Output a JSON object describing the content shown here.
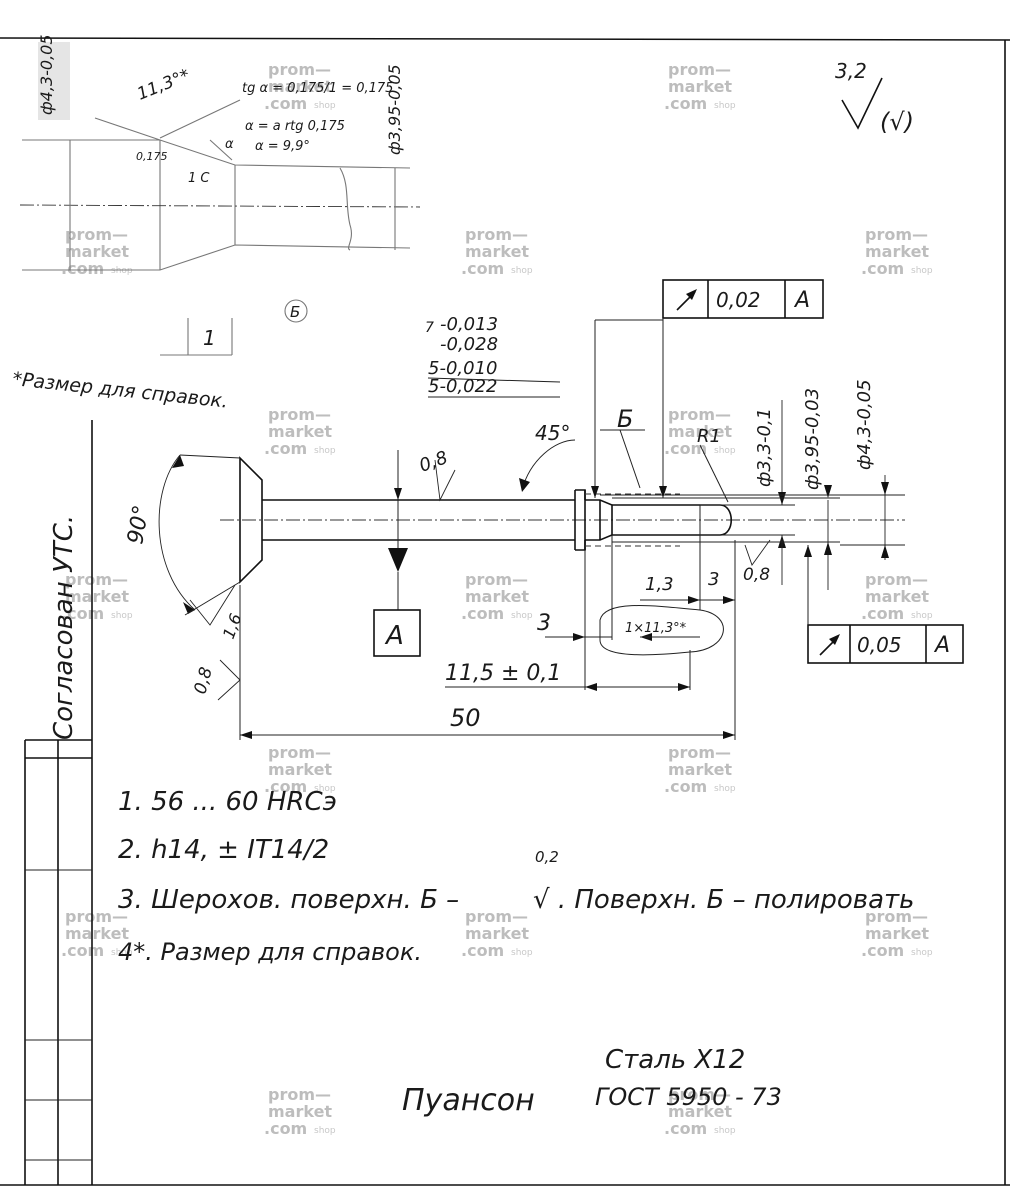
{
  "sketch": {
    "dia_left": "ф4,3-0,05",
    "dia_right": "ф3,95-0,05",
    "angle": "11,3°*",
    "formula_1": "tg α = 0,175/1 = 0,175",
    "formula_2": "α = a rtg 0,175",
    "formula_3": "α = 9,9°",
    "small_dim": "0,175",
    "label_1c": "1 С",
    "label_alpha": "α",
    "dim_1": "1",
    "view_mark": "Б"
  },
  "note_reference": "*Размер для справок.",
  "roughness_global": {
    "value": "3,2",
    "bracket": "(√)"
  },
  "tolerances": {
    "t1_upper": "-0,013",
    "t1_lower": "-0,028",
    "t1_prefix": "7",
    "t2_upper": "5-0,010",
    "t2_lower": "5-0,022"
  },
  "dims": {
    "angle_45": "45°",
    "angle_90": "90°",
    "surface_b": "Б",
    "radius": "R1",
    "rough_08_top": "0,8",
    "rough_08_right": "0,8",
    "rough_16": "1,6",
    "rough_08_left": "0,8",
    "dia_33": "ф3,3-0,1",
    "dia_395": "ф3,95-0,03",
    "dia_43": "ф4,3-0,05",
    "d13": "1,3",
    "d3a": "3",
    "d3b": "3",
    "chamfer": "1×11,3°*",
    "d115": "11,5 ± 0,1",
    "d50": "50"
  },
  "frames": {
    "top": {
      "value": "0,02",
      "datum": "A"
    },
    "bottom": {
      "value": "0,05",
      "datum": "A"
    }
  },
  "datum_label": "A",
  "side_text": "Согласован УТС.",
  "notes": [
    "1. 56 ... 60 HRCэ",
    "2. h14, ± IT14/2",
    "3. Шерохов. поверхн. Б –",
    "0,2",
    "√ . Поверхн. Б – полировать",
    "4*. Размер для справок."
  ],
  "title": "Пуансон",
  "material_1": "Сталь Х12",
  "material_2": "ГОСТ 5950 - 73",
  "watermark": {
    "l1": "prom—",
    "l2": "market",
    "l3": ".com",
    "shop": "shop"
  }
}
